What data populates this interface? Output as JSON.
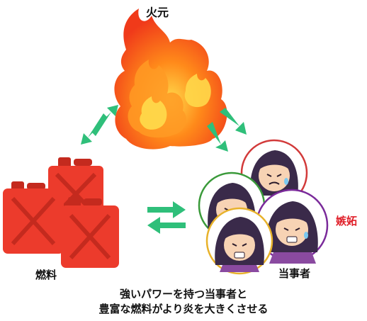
{
  "labels": {
    "fire": "火元",
    "fuel": "燃料",
    "people": "当事者",
    "jealousy": "嫉妬"
  },
  "caption": {
    "line1": "強いパワーを持つ当事者と",
    "line2": "豊富な燃料がより炎を大きくさせる"
  },
  "colors": {
    "arrow": "#2fbf7a",
    "flame_outer": "#f03a1a",
    "flame_mid": "#ff7a1a",
    "flame_inner": "#ffcf3a",
    "can": "#ec3b2c",
    "can_dark": "#c42a1e",
    "circle_green": "#3a9a3a",
    "circle_red": "#d23a3a",
    "circle_yellow": "#e8b22a",
    "circle_purple": "#7a2a9a",
    "jealousy": "#e0202a",
    "hair": "#3a2a4a",
    "skin": "#f7d3b4",
    "shirt": "#8a4aa0"
  },
  "icons": [
    "fire-icon",
    "fuel-can-icon",
    "people-icon",
    "double-arrow-icon"
  ]
}
